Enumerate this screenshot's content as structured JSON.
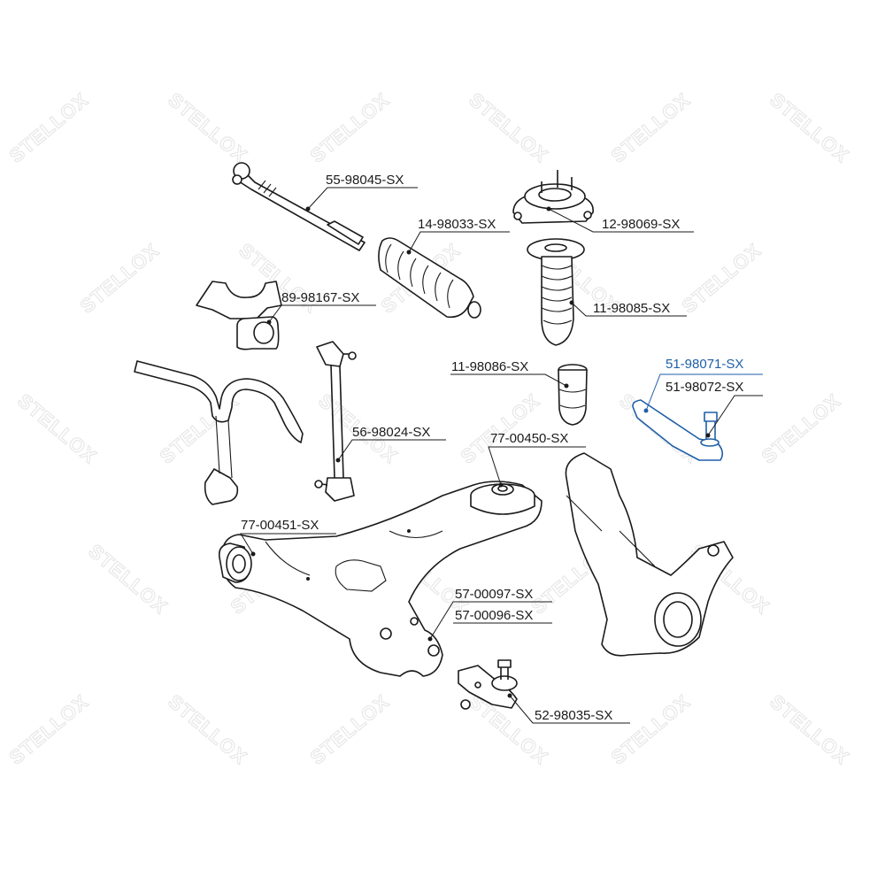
{
  "watermark": {
    "text": "STELLOX",
    "color": "#e6e6e6"
  },
  "colors": {
    "line": "#1a1a1a",
    "highlight": "#1f5fa8"
  },
  "callouts": [
    {
      "id": "tie-rod",
      "label": "55-98045-SX",
      "highlight": false
    },
    {
      "id": "steering-boot",
      "label": "14-98033-SX",
      "highlight": false
    },
    {
      "id": "strut-mount",
      "label": "12-98069-SX",
      "highlight": false
    },
    {
      "id": "stab-bushing",
      "label": "89-98167-SX",
      "highlight": false
    },
    {
      "id": "shock-boot",
      "label": "11-98085-SX",
      "highlight": false
    },
    {
      "id": "bump-stop",
      "label": "11-98086-SX",
      "highlight": false
    },
    {
      "id": "tie-rod-end-1",
      "label": "51-98071-SX",
      "highlight": true
    },
    {
      "id": "tie-rod-end-2",
      "label": "51-98072-SX",
      "highlight": false
    },
    {
      "id": "stab-link",
      "label": "56-98024-SX",
      "highlight": false
    },
    {
      "id": "rear-arm-bushing",
      "label": "77-00450-SX",
      "highlight": false
    },
    {
      "id": "front-arm-bushing",
      "label": "77-00451-SX",
      "highlight": false
    },
    {
      "id": "control-arm-1",
      "label": "57-00097-SX",
      "highlight": false
    },
    {
      "id": "control-arm-2",
      "label": "57-00096-SX",
      "highlight": false
    },
    {
      "id": "ball-joint",
      "label": "52-98035-SX",
      "highlight": false
    }
  ]
}
